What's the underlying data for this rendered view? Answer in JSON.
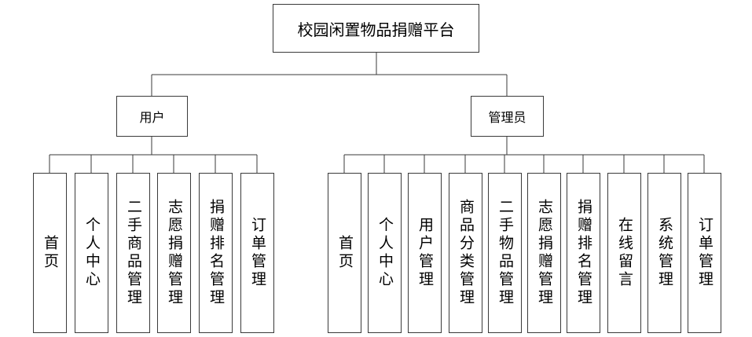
{
  "root": {
    "label": "校园闲置物品捐赠平台"
  },
  "user": {
    "label": "用户",
    "children": [
      "首页",
      "个人中心",
      "二手商品管理",
      "志愿捐赠管理",
      "捐赠排名管理",
      "订单管理"
    ]
  },
  "admin": {
    "label": "管理员",
    "children": [
      "首页",
      "个人中心",
      "用户管理",
      "商品分类管理",
      "二手物品管理",
      "志愿捐赠管理",
      "捐赠排名管理",
      "在线留言",
      "系统管理",
      "订单管理"
    ]
  }
}
